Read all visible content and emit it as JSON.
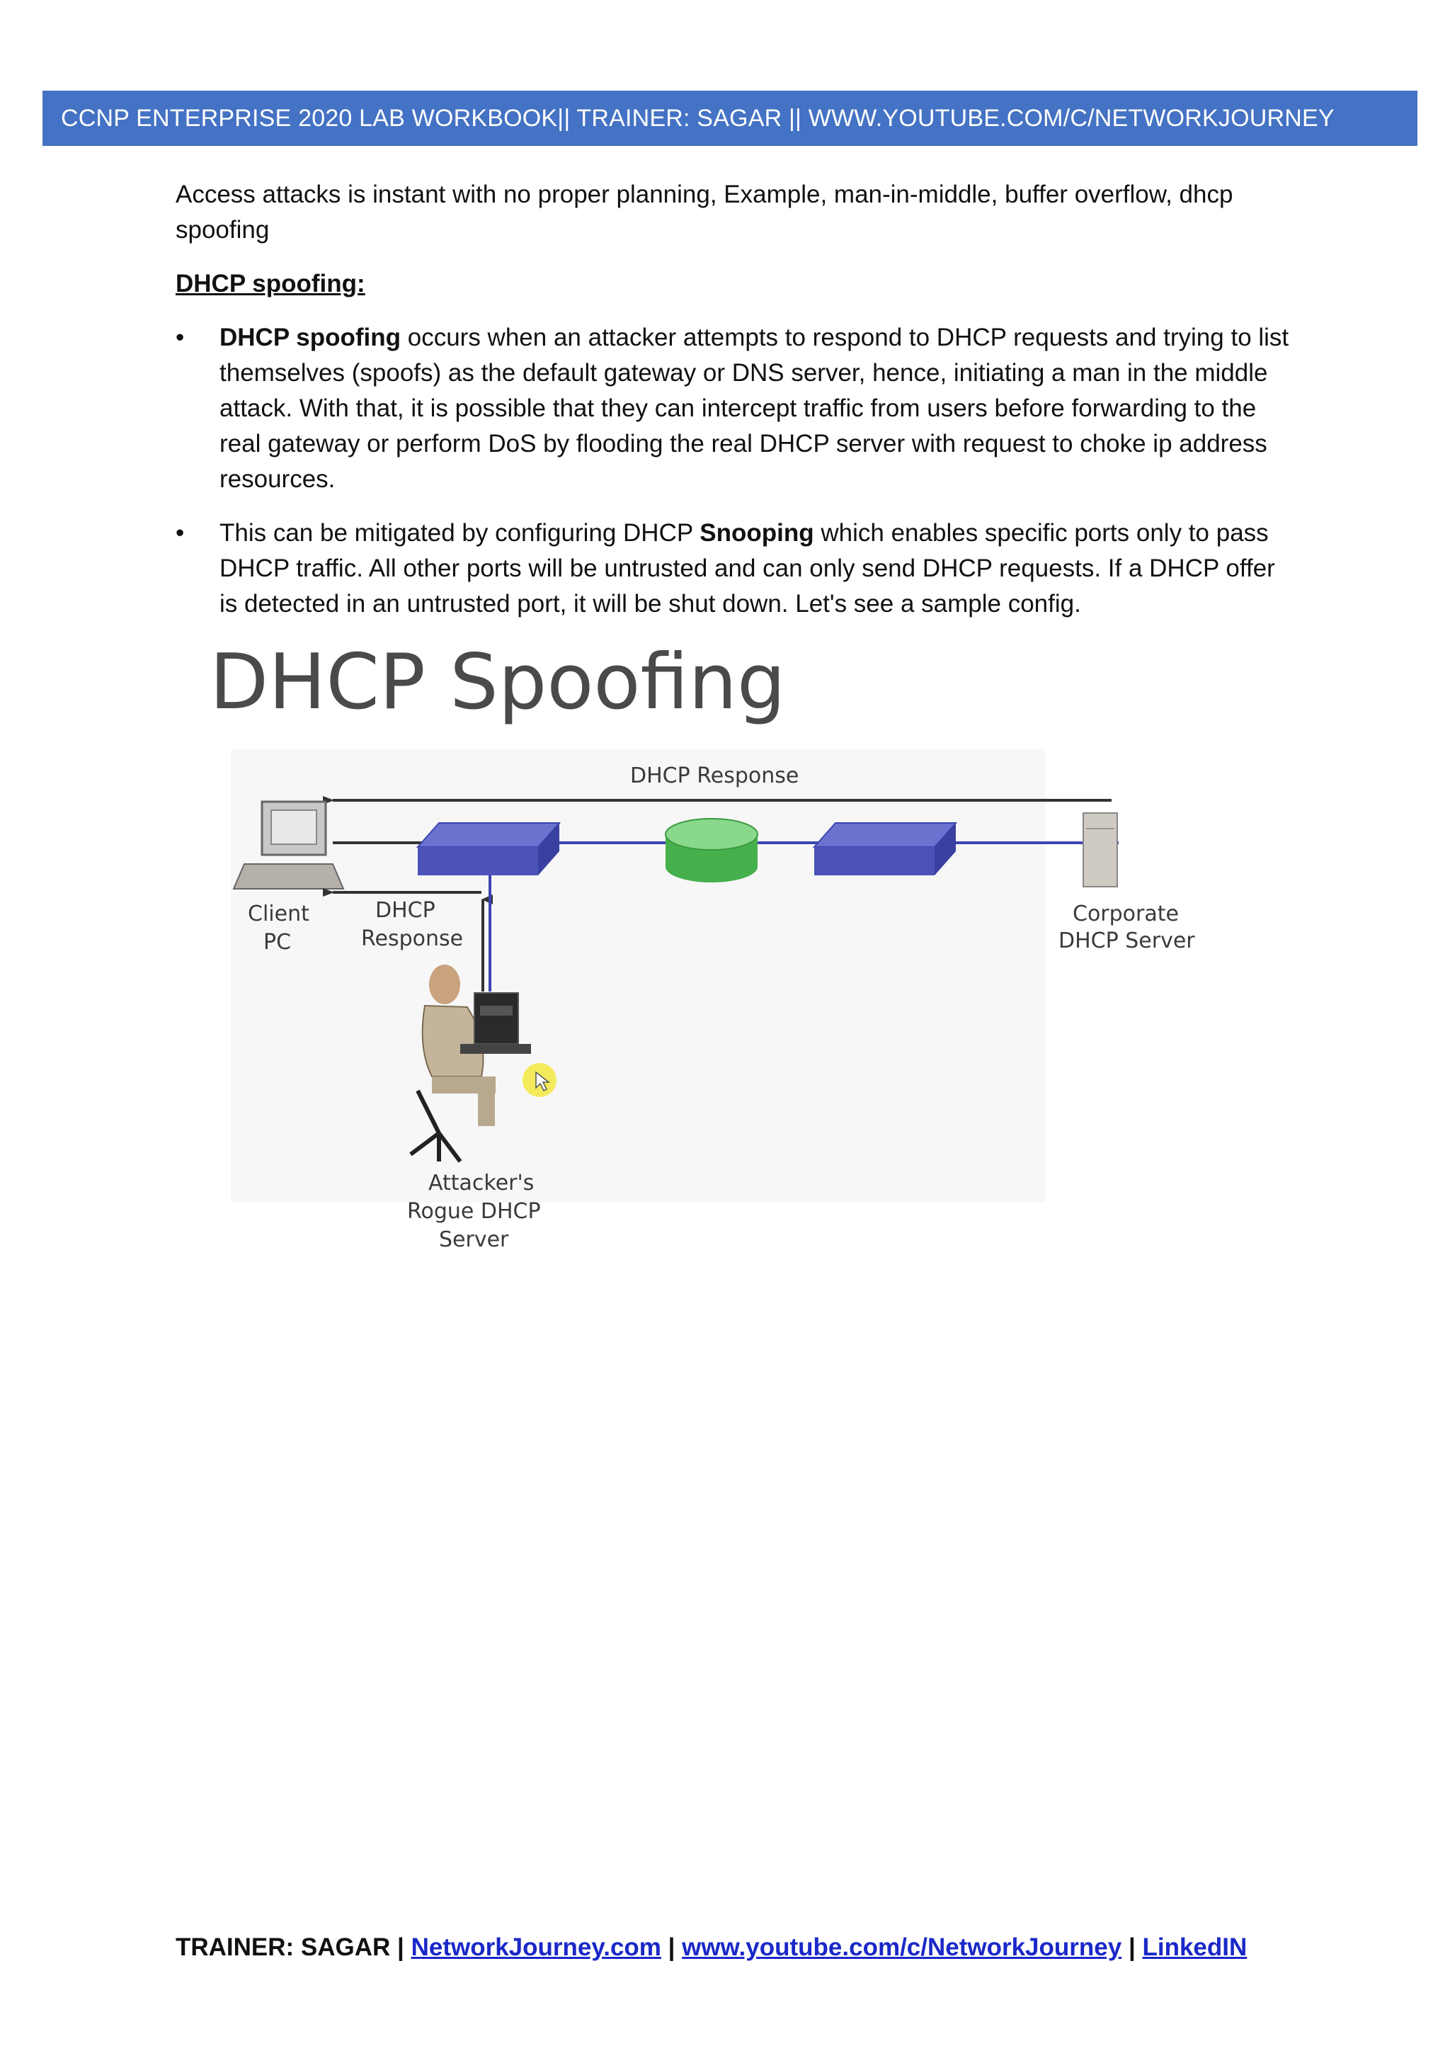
{
  "header": {
    "text": "CCNP ENTERPRISE 2020 LAB WORKBOOK|| TRAINER: SAGAR || WWW.YOUTUBE.COM/C/NETWORKJOURNEY"
  },
  "intro": "Access attacks is instant with no proper planning, Example, man-in-middle, buffer overflow, dhcp spoofing",
  "section_title": "DHCP spoofing:",
  "bullets": {
    "b1_bold": "DHCP spoofing",
    "b1_rest": " occurs when an attacker attempts to respond to DHCP requests and trying to list themselves (spoofs) as the default gateway or DNS server, hence, initiating a man in the middle attack. With that, it is possible that they can intercept traffic from users before forwarding to the real gateway or perform DoS by flooding the real DHCP server with request to choke ip address resources.",
    "b2_pre": "This can be mitigated by configuring DHCP ",
    "b2_bold": "Snooping",
    "b2_rest": " which enables specific ports only to pass DHCP traffic. All other ports will be untrusted and can only send DHCP requests. If a DHCP offer is detected in an untrusted port, it will be shut down. Let's see a sample config."
  },
  "figure": {
    "title": "DHCP Spoofing",
    "top_response": "DHCP Response",
    "rogue_response_line1": "DHCP",
    "rogue_response_line2": "Response",
    "client_line1": "Client",
    "client_line2": "PC",
    "server_line1": "Corporate",
    "server_line2": "DHCP Server",
    "attacker_line1": "Attacker's",
    "attacker_line2": "Rogue DHCP",
    "attacker_line3": "Server"
  },
  "footer": {
    "prefix": "TRAINER: SAGAR | ",
    "link1": "NetworkJourney.com",
    "sep1": " | ",
    "link2": "www.youtube.com/c/NetworkJourney",
    "sep2": " | ",
    "link3": "LinkedIN"
  }
}
